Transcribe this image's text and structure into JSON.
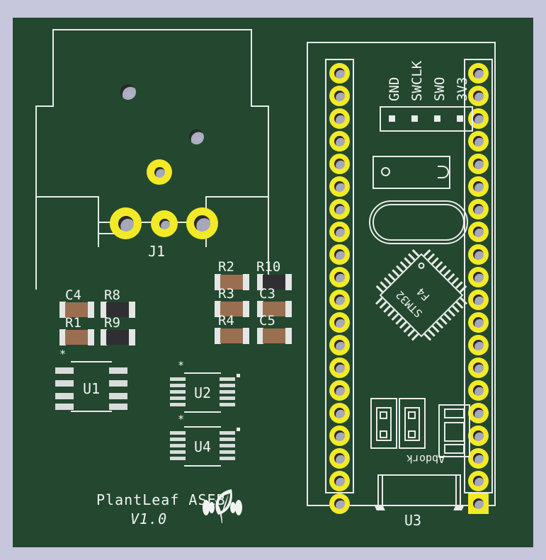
{
  "board": {
    "background_color": "#c6c6dd",
    "pcb_color": "#23472f",
    "silkscreen_color": "#e9ecea",
    "pad_color": "#f2ea24",
    "title": "PlantLeaf ASEB",
    "version": "V1.0"
  },
  "connector_j1": {
    "designator": "J1"
  },
  "module_u3": {
    "designator": "U3",
    "chip_line1": "STM32",
    "chip_line2": "F4",
    "vendor_mark": "Abdork",
    "header_pin_count_left": 20,
    "header_pin_count_right": 20,
    "swd_header_labels": [
      "GND",
      "SWCLK",
      "SWO",
      "3V3"
    ]
  },
  "components": [
    {
      "designator": "C4",
      "type": "capacitor"
    },
    {
      "designator": "R8",
      "type": "resistor"
    },
    {
      "designator": "R1",
      "type": "capacitor"
    },
    {
      "designator": "R9",
      "type": "resistor"
    },
    {
      "designator": "R2",
      "type": "capacitor"
    },
    {
      "designator": "R10",
      "type": "resistor"
    },
    {
      "designator": "R3",
      "type": "capacitor"
    },
    {
      "designator": "C3",
      "type": "capacitor"
    },
    {
      "designator": "R4",
      "type": "capacitor"
    },
    {
      "designator": "C5",
      "type": "capacitor"
    },
    {
      "designator": "U1",
      "type": "ic"
    },
    {
      "designator": "U2",
      "type": "ic"
    },
    {
      "designator": "U4",
      "type": "ic"
    }
  ],
  "labels": {
    "u1": "U1",
    "u2": "U2",
    "u4": "U4",
    "c4": "C4",
    "r8": "R8",
    "r1": "R1",
    "r9": "R9",
    "r2": "R2",
    "r10": "R10",
    "r3": "R3",
    "c3": "C3",
    "r4": "R4",
    "c5": "C5",
    "j1": "J1",
    "u3": "U3",
    "pin1_marker": "*"
  }
}
